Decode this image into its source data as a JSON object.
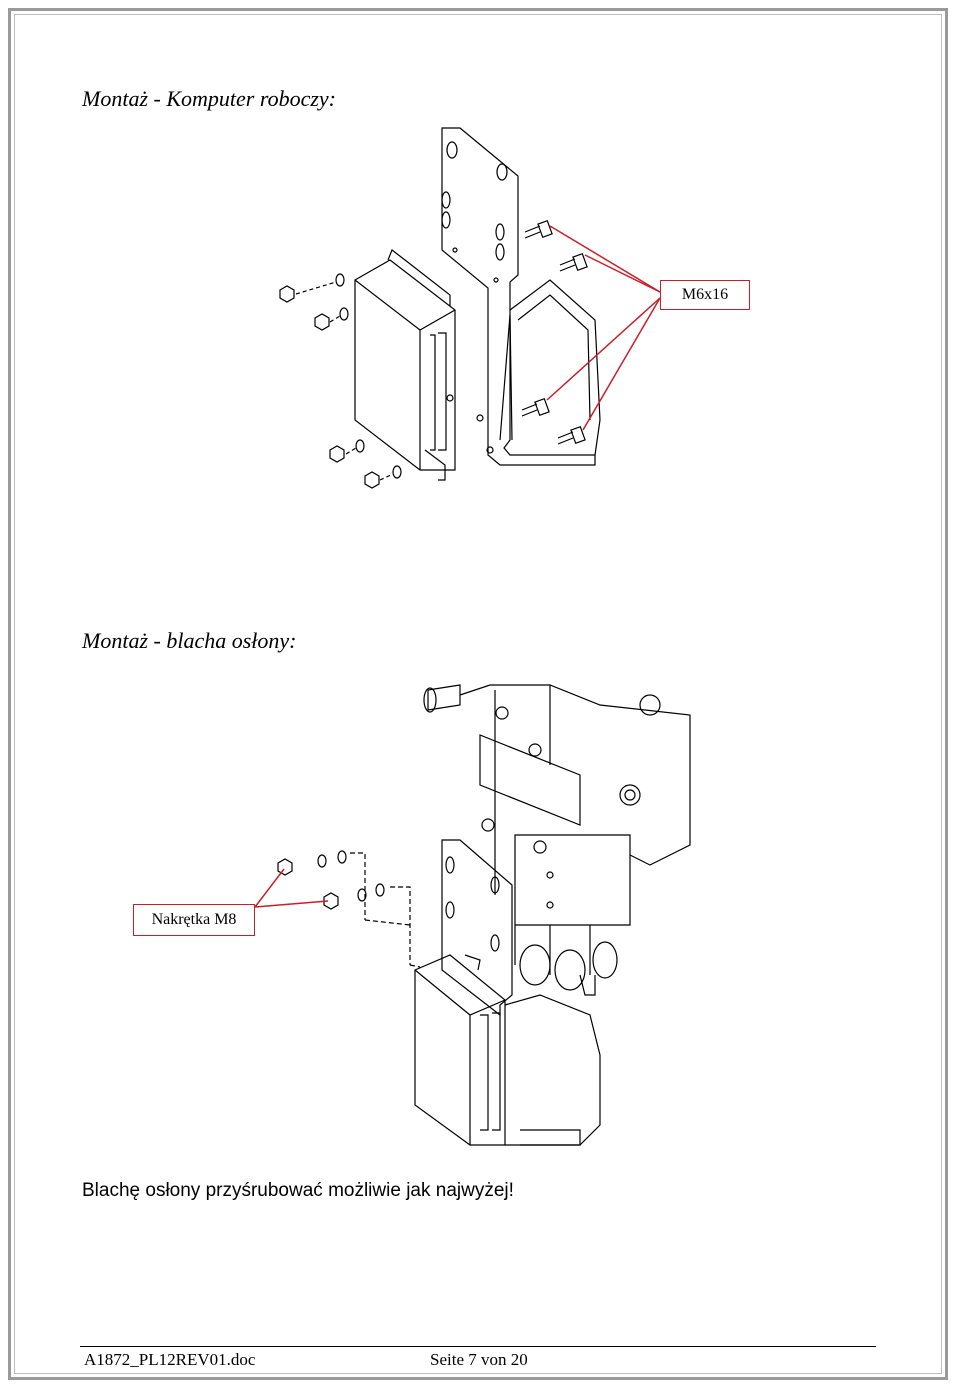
{
  "document": {
    "heading_computer": "Montaż - Komputer roboczy:",
    "heading_cover": "Montaż - blacha osłony:",
    "callout_bolt": "M6x16",
    "callout_nut": "Nakrętka M8",
    "note": "Blachę osłony przyśrubować możliwie jak najwyżej!",
    "footer_doc": "A1872_PL12REV01.doc",
    "footer_page": "Seite 7 von 20"
  },
  "colors": {
    "callout_border": "#c8202a",
    "frame": "#9a9a9a"
  }
}
